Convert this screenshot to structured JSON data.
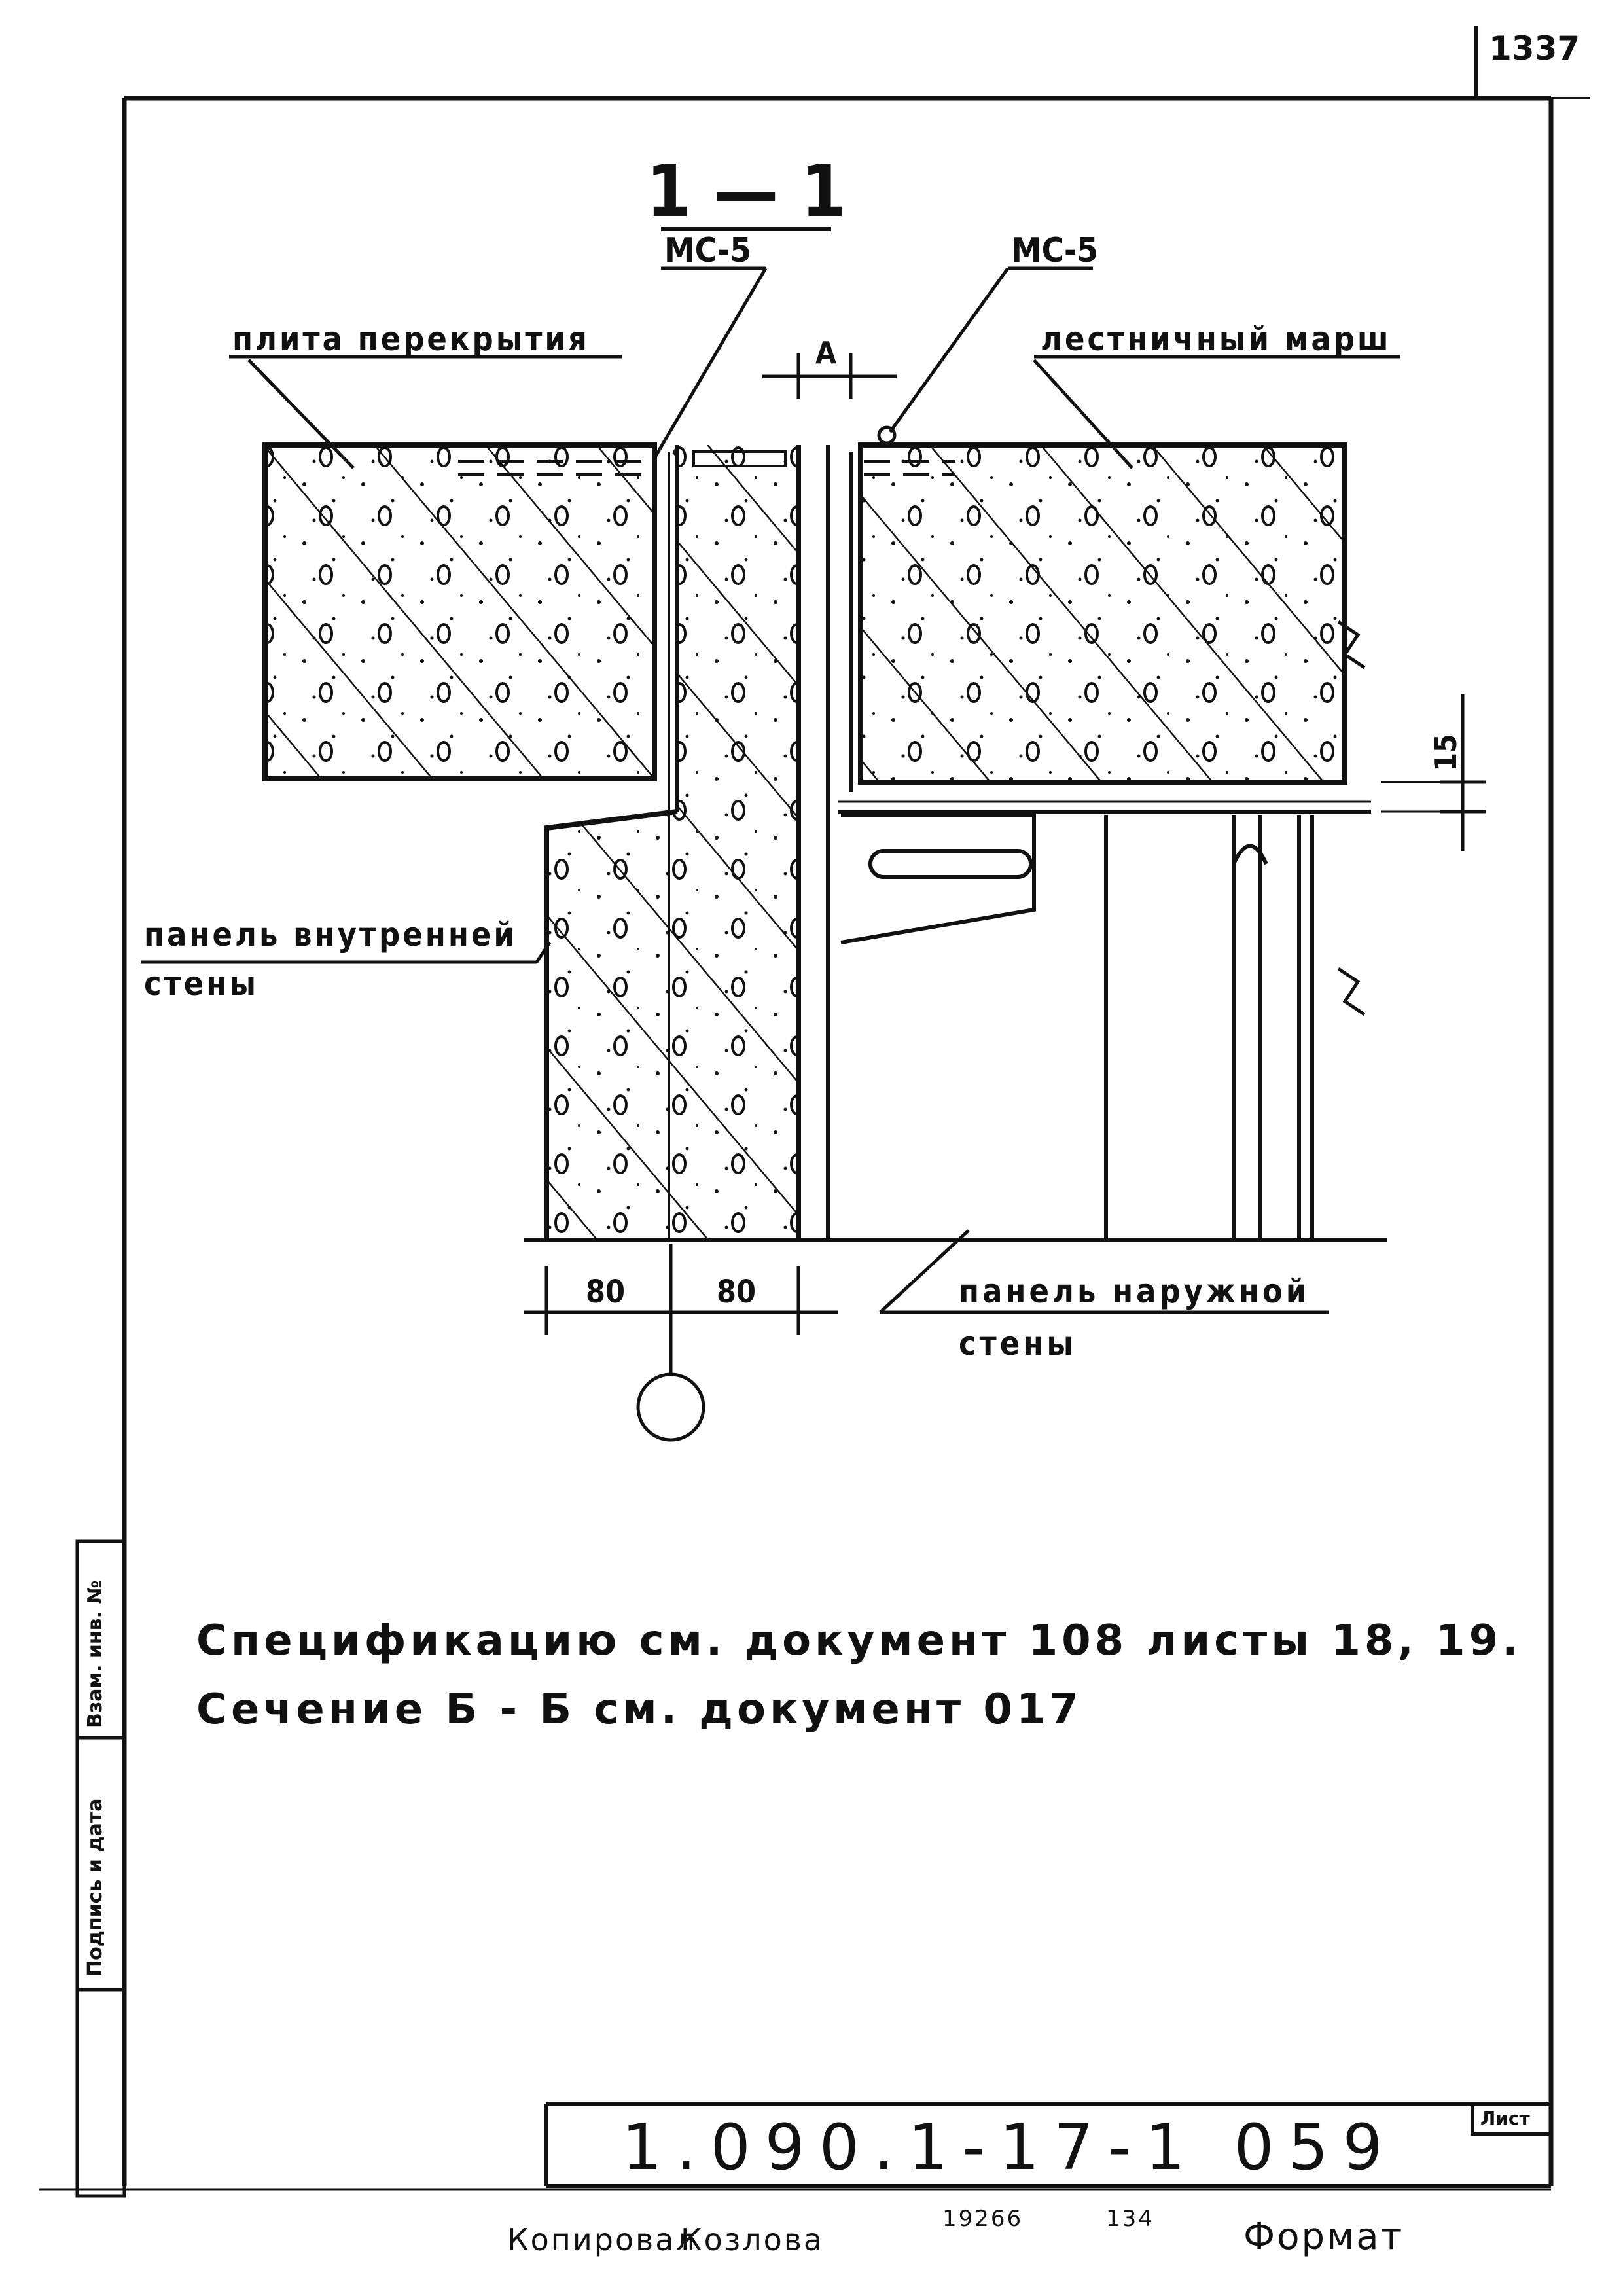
{
  "sheet": {
    "page_number": "1337",
    "section_title": "1 — 1",
    "labels": {
      "mark_left": "МС-5",
      "mark_right": "МС-5",
      "floor_slab": "плита перекрытия",
      "stair_flight": "лестничный марш",
      "inner_wall_panel_line1": "панель внутренней",
      "inner_wall_panel_line2": "стены",
      "outer_wall_panel_line1": "панель наружной",
      "outer_wall_panel_line2": "стены"
    },
    "dimensions": {
      "gap_a": "А",
      "d15": "15",
      "d80_left": "80",
      "d80_right": "80"
    },
    "notes": [
      "Спецификацию см. документ 108 листы 18, 19.",
      "Сечение Б - Б см. документ 017"
    ],
    "title_block": {
      "doc_code": "1.090.1-17-1 059",
      "sheet_label": "Лист"
    },
    "left_strip": {
      "item1": "Взам. инв. №",
      "item2": "Подпись и дата"
    },
    "footer": {
      "copied_label": "Копировал",
      "copied_name": "Козлова",
      "order_number": "19266",
      "code_134": "134",
      "format_label": "Формат"
    }
  }
}
